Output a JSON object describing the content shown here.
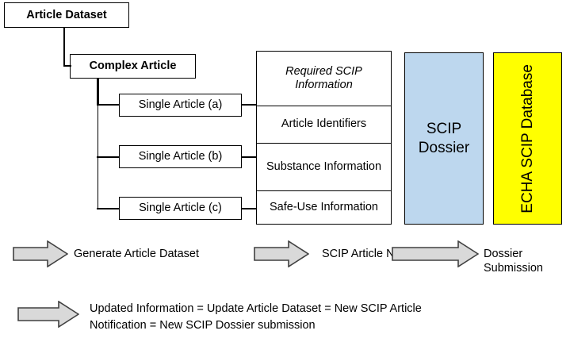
{
  "diagram": {
    "title_box": {
      "label": "Article Dataset"
    },
    "complex_box": {
      "label": "Complex Article"
    },
    "single_articles": [
      {
        "label": "Single Article (a)"
      },
      {
        "label": "Single Article (b)"
      },
      {
        "label": "Single Article (c)"
      }
    ],
    "scip_table": {
      "header": "Required SCIP Information",
      "rows": [
        "Article Identifiers",
        "Substance Information",
        "Safe-Use Information"
      ]
    },
    "panels": {
      "dossier": {
        "label": "SCIP Dossier",
        "color": "#BDD7EE"
      },
      "database": {
        "label": "ECHA SCIP Database",
        "color": "#FFFF00"
      }
    },
    "arrows": [
      {
        "label": "Generate Article Dataset"
      },
      {
        "label": "SCIP Article Notification"
      },
      {
        "label": "Dossier Submission"
      }
    ],
    "bottom_note": "Updated Information = Update Article Dataset = New SCIP Article\nNotification = New SCIP Dossier submission",
    "arrow_fill": "#D9D9D9",
    "line_color": "#000000"
  }
}
